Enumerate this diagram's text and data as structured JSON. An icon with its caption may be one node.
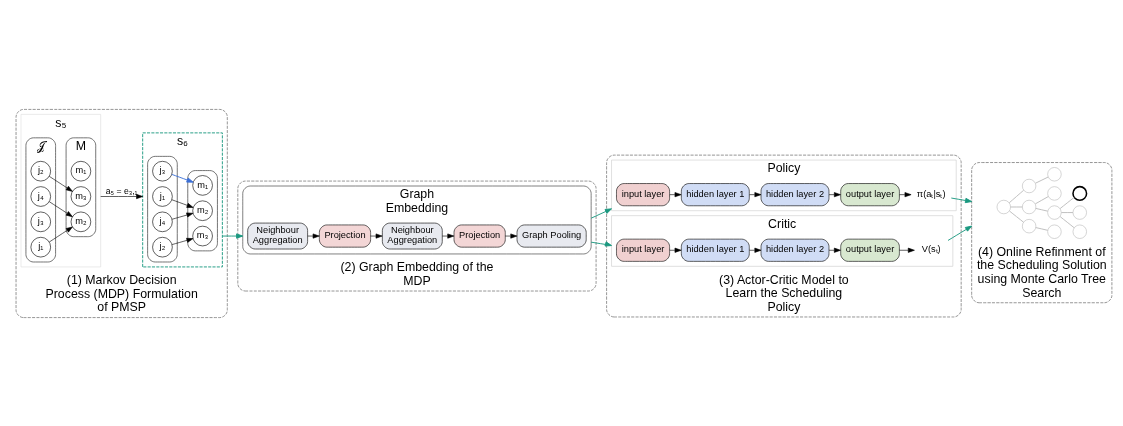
{
  "diagram": {
    "nodes": [
      {
        "text": [
          "(1) Markov Decision Process (MDP) Formulation of PMSP"
        ]
      },
      {
        "text": [
          "s₅"
        ],
        "in": 0
      },
      {
        "text": [
          "𝒥"
        ],
        "in": 1
      },
      {
        "text": [
          "j₁"
        ],
        "in": 2
      },
      {
        "text": [
          "j₂"
        ],
        "in": 2
      },
      {
        "text": [
          "j₃"
        ],
        "in": 2
      },
      {
        "text": [
          "j₄"
        ],
        "in": 2
      },
      {
        "text": [
          "M"
        ],
        "in": 1
      },
      {
        "text": [
          "m₁"
        ],
        "in": 7
      },
      {
        "text": [
          "m₂"
        ],
        "in": 7
      },
      {
        "text": [
          "m₃"
        ],
        "in": 7
      },
      {
        "text": [
          "s₆"
        ],
        "in": 0
      },
      {
        "text": [],
        "shape": "ellipse",
        "in": 11
      },
      {
        "text": [
          "j₁"
        ],
        "in": 12
      },
      {
        "text": [
          "j₂"
        ],
        "in": 12
      },
      {
        "text": [
          "j₃"
        ],
        "in": 12
      },
      {
        "text": [
          "j₄"
        ],
        "in": 12
      },
      {
        "text": [],
        "shape": "ellipse",
        "in": 11
      },
      {
        "text": [
          "m₁"
        ],
        "in": 17
      },
      {
        "text": [
          "m₂"
        ],
        "in": 17
      },
      {
        "text": [
          "m₃"
        ],
        "in": 17
      },
      {
        "text": [
          "(2) Graph Embedding of the MDP"
        ]
      },
      {
        "text": [
          "Graph Embedding"
        ],
        "in": 21
      },
      {
        "text": [
          "Neighbour Aggregation"
        ],
        "in": 22
      },
      {
        "text": [
          "Projection"
        ],
        "in": 22
      },
      {
        "text": [
          "Neighbour Aggregation"
        ],
        "in": 22
      },
      {
        "text": [
          "Projection"
        ],
        "in": 22
      },
      {
        "text": [
          "Graph Pooling"
        ],
        "in": 22
      },
      {
        "text": [
          "(3) Actor-Critic Model to Learn the Scheduling Policy"
        ]
      },
      {
        "text": [
          "Policy"
        ],
        "in": 28
      },
      {
        "text": [
          "input layer"
        ],
        "in": 29
      },
      {
        "text": [
          "hidden layer 1"
        ],
        "in": 29
      },
      {
        "text": [
          "hidden layer 2"
        ],
        "in": 29
      },
      {
        "text": [
          "output layer"
        ],
        "in": 29
      },
      {
        "text": [
          "π(aₜ|sₜ)"
        ],
        "in": 29
      },
      {
        "text": [
          "Critic"
        ],
        "in": 28
      },
      {
        "text": [
          "input layer"
        ],
        "in": 35
      },
      {
        "text": [
          "hidden layer 1"
        ],
        "in": 35
      },
      {
        "text": [
          "hidden layer 2"
        ],
        "in": 35
      },
      {
        "text": [
          "output layer"
        ],
        "in": 35
      },
      {
        "text": [
          "V(sₜ)"
        ],
        "in": 35
      },
      {
        "text": [
          "(4) Online Refinment of the Scheduling Solution using Monte Carlo Tree Search"
        ]
      },
      {
        "text": [],
        "shape": "circle",
        "in": 41
      },
      {
        "text": [],
        "shape": "circle",
        "in": 41
      },
      {
        "text": [],
        "shape": "circle",
        "in": 41
      },
      {
        "text": [],
        "shape": "circle",
        "in": 41
      },
      {
        "text": [],
        "shape": "circle",
        "in": 41
      },
      {
        "text": [],
        "shape": "circle",
        "in": 41
      },
      {
        "text": [],
        "shape": "circle",
        "in": 41
      },
      {
        "text": [],
        "shape": "circle",
        "in": 41
      },
      {
        "text": [],
        "shape": "circle",
        "in": 41
      },
      {
        "text": [],
        "shape": "circle",
        "in": 41
      },
      {
        "text": [],
        "shape": "circle",
        "in": 41
      }
    ],
    "edges": [
      {
        "from": 3,
        "to": 9,
        "arrow": "to"
      },
      {
        "from": 4,
        "to": 10,
        "arrow": "to"
      },
      {
        "from": 6,
        "to": 9,
        "arrow": "to"
      },
      {
        "from": 13,
        "to": 19,
        "arrow": "to"
      },
      {
        "from": 14,
        "to": 20,
        "arrow": "to"
      },
      {
        "from": 15,
        "to": 18,
        "arrow": "to",
        "color": "#3b6fd6"
      },
      {
        "from": 16,
        "to": 19,
        "arrow": "to"
      },
      {
        "from": 1,
        "to": 11,
        "arrow": "to",
        "label": "a₅ = e₃,₁"
      },
      {
        "from": 11,
        "to": 22,
        "arrow": "to",
        "color": "#1a9880"
      },
      {
        "from": 23,
        "to": 24,
        "arrow": "to"
      },
      {
        "from": 24,
        "to": 25,
        "arrow": "to"
      },
      {
        "from": 25,
        "to": 26,
        "arrow": "to"
      },
      {
        "from": 26,
        "to": 27,
        "arrow": "to"
      },
      {
        "from": 22,
        "to": 29,
        "arrow": "to",
        "color": "#1a9880"
      },
      {
        "from": 22,
        "to": 35,
        "arrow": "to",
        "color": "#1a9880"
      },
      {
        "from": 30,
        "to": 31,
        "arrow": "to"
      },
      {
        "from": 31,
        "to": 32,
        "arrow": "to"
      },
      {
        "from": 32,
        "to": 33,
        "arrow": "to"
      },
      {
        "from": 33,
        "to": 34,
        "arrow": "to"
      },
      {
        "from": 36,
        "to": 37,
        "arrow": "to"
      },
      {
        "from": 37,
        "to": 38,
        "arrow": "to"
      },
      {
        "from": 38,
        "to": 39,
        "arrow": "to"
      },
      {
        "from": 39,
        "to": 40,
        "arrow": "to"
      },
      {
        "from": 34,
        "to": 41,
        "arrow": "to",
        "color": "#1a9880"
      },
      {
        "from": 40,
        "to": 41,
        "arrow": "to",
        "color": "#1a9880"
      },
      {
        "from": 42,
        "to": 43,
        "arrow": "none",
        "color": "#bbbbbb"
      },
      {
        "from": 42,
        "to": 44,
        "arrow": "none",
        "color": "#bbbbbb"
      },
      {
        "from": 42,
        "to": 45,
        "arrow": "none",
        "color": "#bbbbbb"
      },
      {
        "from": 43,
        "to": 46,
        "arrow": "none",
        "color": "#bbbbbb"
      },
      {
        "from": 44,
        "to": 47,
        "arrow": "none",
        "color": "#bbbbbb"
      },
      {
        "from": 44,
        "to": 48,
        "arrow": "none",
        "color": "#bbbbbb"
      },
      {
        "from": 45,
        "to": 49,
        "arrow": "none",
        "color": "#bbbbbb"
      },
      {
        "from": 47,
        "to": 50,
        "arrow": "none",
        "color": "#bbbbbb"
      },
      {
        "from": 47,
        "to": 51,
        "arrow": "none",
        "color": "#bbbbbb"
      },
      {
        "from": 47,
        "to": 52,
        "arrow": "none",
        "color": "#bbbbbb"
      }
    ]
  }
}
